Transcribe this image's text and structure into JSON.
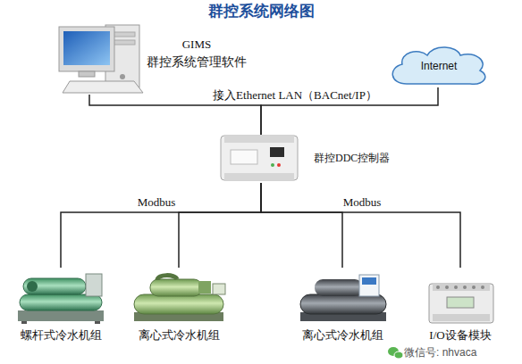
{
  "diagram": {
    "title": "群控系统网络图",
    "nodes": [
      {
        "text": [
          "GIMS",
          "群控系统管理软件"
        ]
      },
      {
        "text": [
          "Internet"
        ]
      },
      {
        "text": [
          "群控DDC控制器"
        ]
      },
      {
        "text": [
          "螺杆式冷水机组"
        ]
      },
      {
        "text": [
          "离心式冷水机组"
        ]
      },
      {
        "text": [
          "离心式冷水机组"
        ]
      },
      {
        "text": [
          "I/O设备模块"
        ]
      }
    ],
    "edges": [
      {
        "from": 0,
        "to": 2,
        "label": "接入Ethernet LAN（BACnet/IP）",
        "arrow": "none"
      },
      {
        "from": 1,
        "to": 2,
        "arrow": "none"
      },
      {
        "from": 2,
        "to": 3,
        "label": "Modbus",
        "arrow": "none"
      },
      {
        "from": 2,
        "to": 4,
        "arrow": "none"
      },
      {
        "from": 2,
        "to": 5,
        "arrow": "none"
      },
      {
        "from": 2,
        "to": 6,
        "label": "Modbus",
        "arrow": "none"
      }
    ],
    "labels": [
      "微信号: nhvaca"
    ]
  }
}
